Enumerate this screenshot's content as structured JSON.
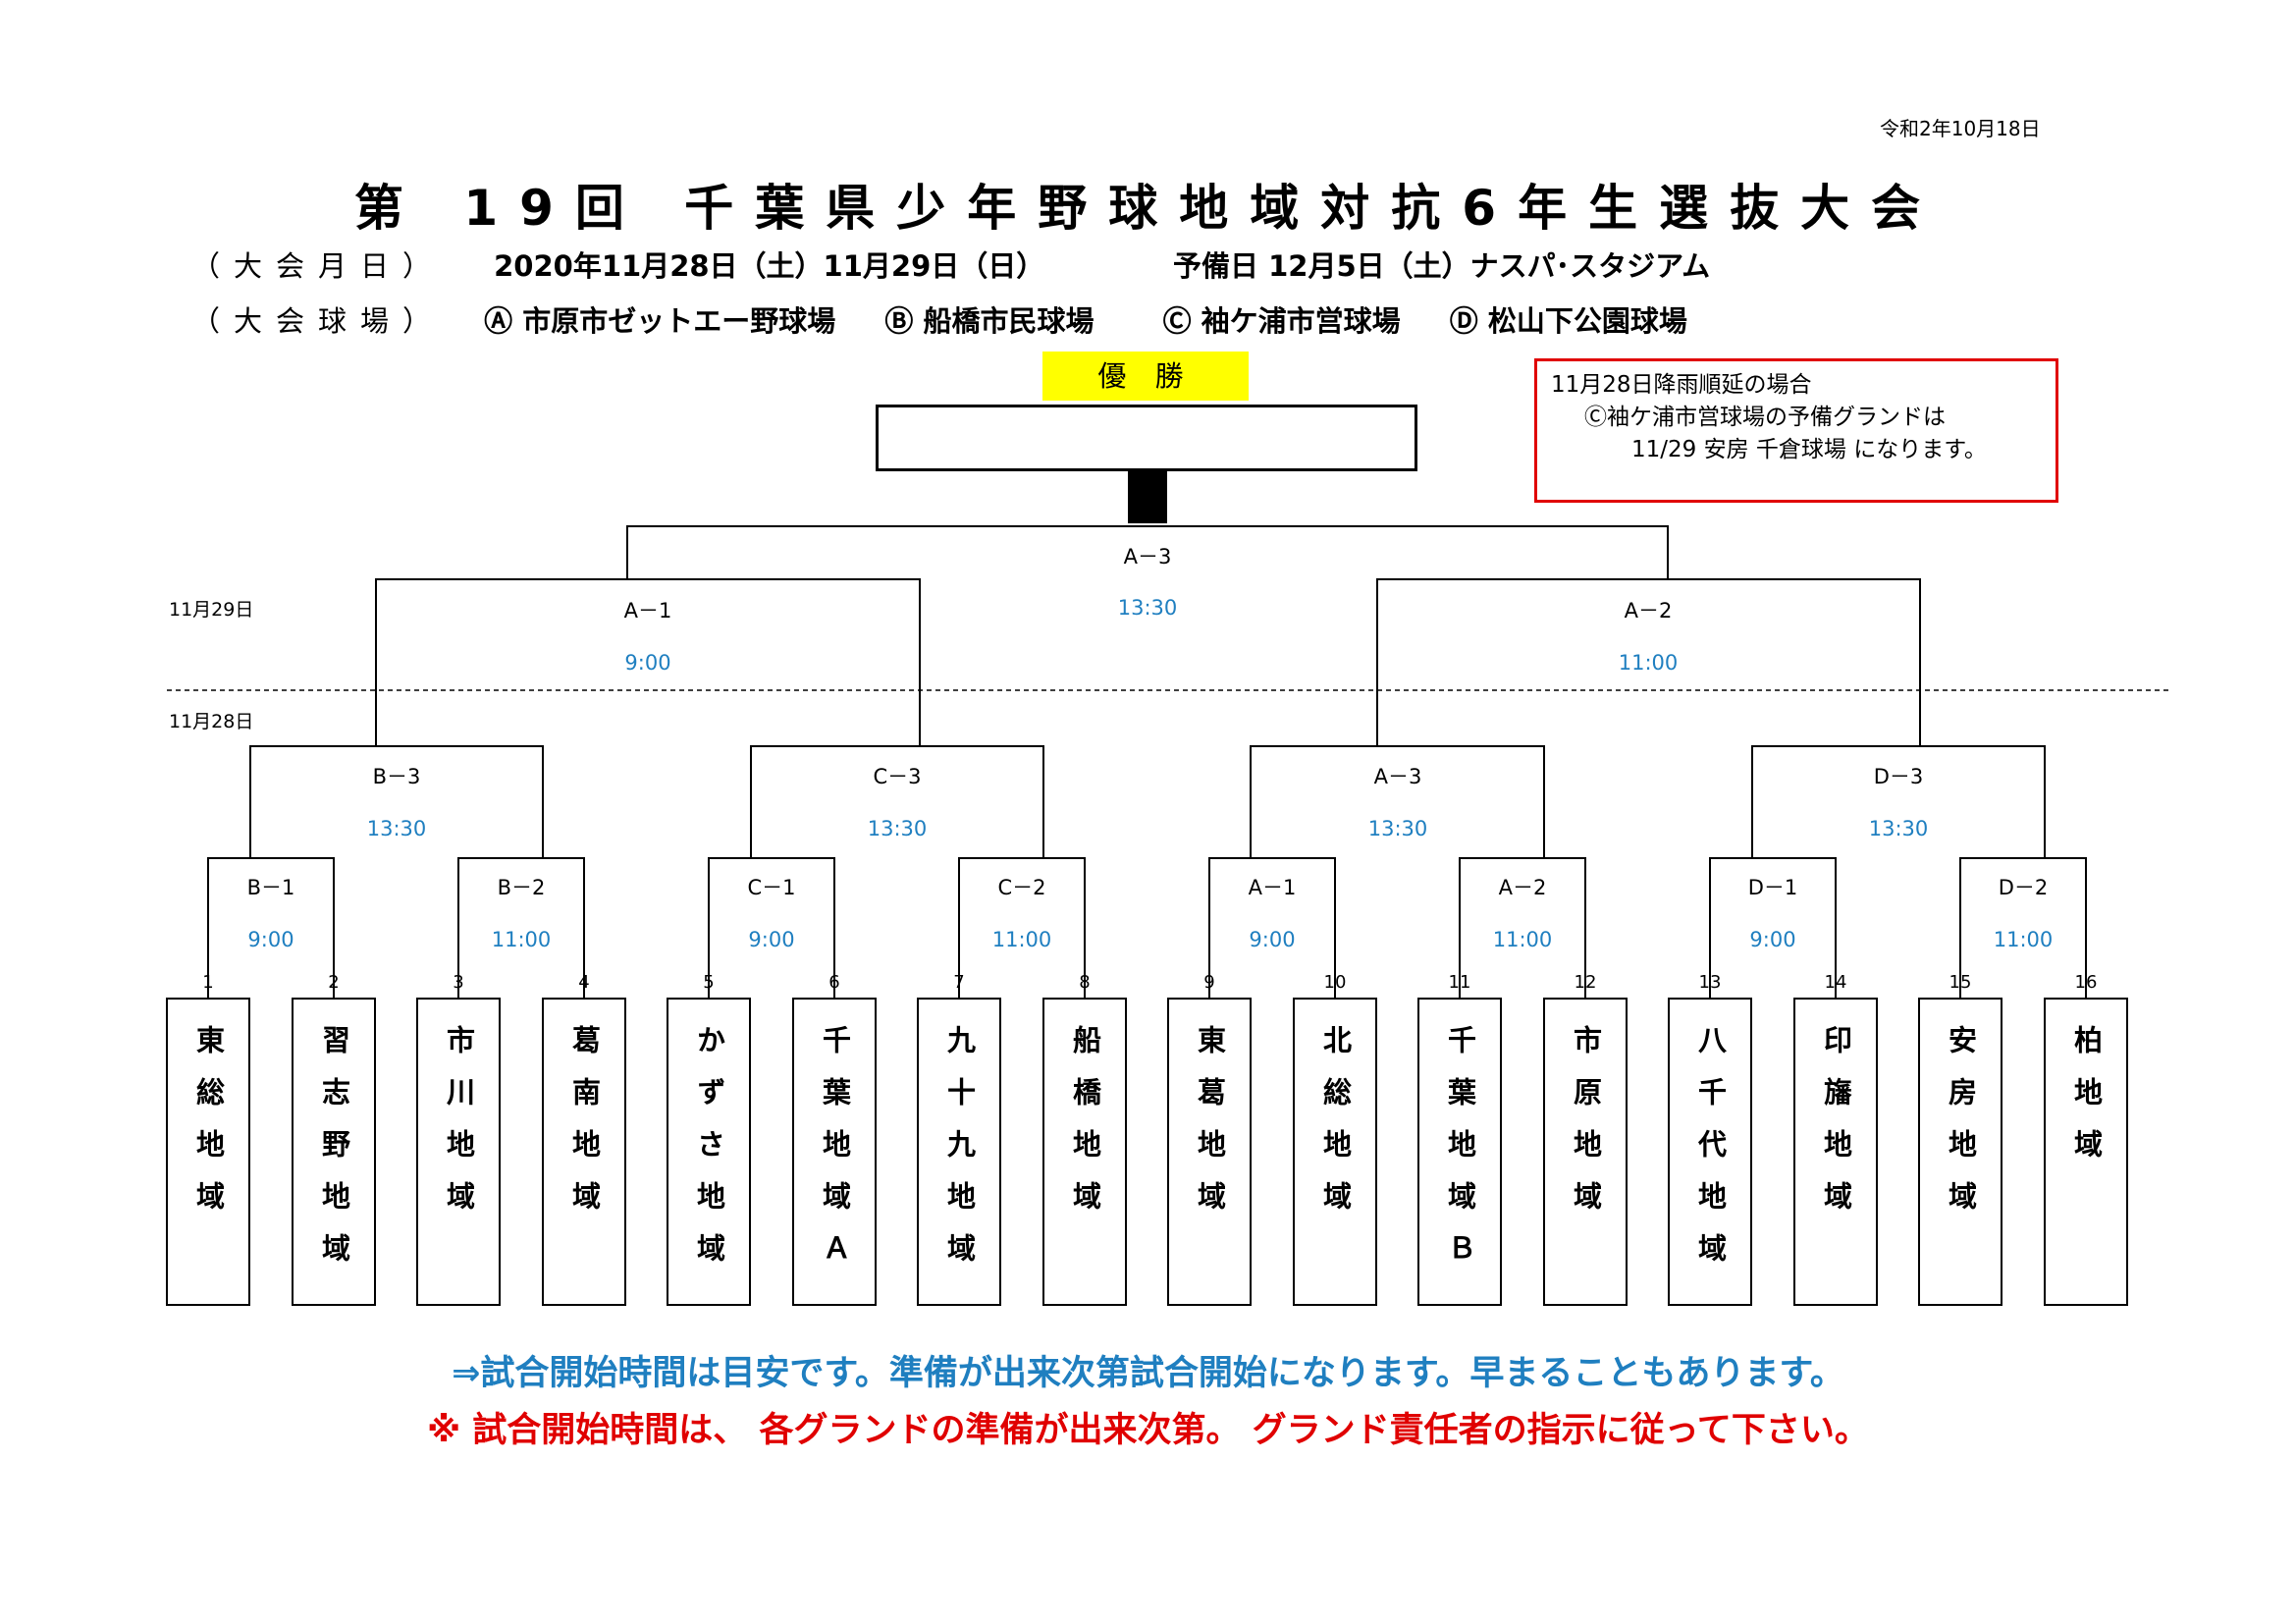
{
  "header": {
    "date": "令和2年10月18日",
    "title": "第 19回 千葉県少年野球地域対抗6年生選抜大会"
  },
  "info": {
    "dates_label": "（大会月日）",
    "dates_value": "2020年11月28日（土）11月29日（日）",
    "reserve": "予備日 12月5日（土）ナスパ･スタジアム",
    "venues_label": "（大会球場）",
    "venue_a": "Ⓐ 市原市ゼットエー野球場",
    "venue_b": "Ⓑ 船橋市民球場",
    "venue_c": "Ⓒ 袖ケ浦市営球場",
    "venue_d": "Ⓓ 松山下公園球場"
  },
  "champion": {
    "label": "優 勝"
  },
  "note": {
    "line1": "11月28日降雨順延の場合",
    "line2": "Ⓒ袖ケ浦市営球場の予備グランドは",
    "line3": "11/29 安房 千倉球場 になります。"
  },
  "days": {
    "day2": "11月29日",
    "day1": "11月28日"
  },
  "final": {
    "label": "A－3",
    "time": "13:30"
  },
  "semis": [
    {
      "label": "A－1",
      "time": "9:00"
    },
    {
      "label": "A－2",
      "time": "11:00"
    }
  ],
  "quarters": [
    {
      "label": "B－3",
      "time": "13:30"
    },
    {
      "label": "C－3",
      "time": "13:30"
    },
    {
      "label": "A－3",
      "time": "13:30"
    },
    {
      "label": "D－3",
      "time": "13:30"
    }
  ],
  "first_round": [
    {
      "label": "B－1",
      "time": "9:00"
    },
    {
      "label": "B－2",
      "time": "11:00"
    },
    {
      "label": "C－1",
      "time": "9:00"
    },
    {
      "label": "C－2",
      "time": "11:00"
    },
    {
      "label": "A－1",
      "time": "9:00"
    },
    {
      "label": "A－2",
      "time": "11:00"
    },
    {
      "label": "D－1",
      "time": "9:00"
    },
    {
      "label": "D－2",
      "time": "11:00"
    }
  ],
  "teams": [
    {
      "num": "1",
      "name": "東総地域"
    },
    {
      "num": "2",
      "name": "習志野地域"
    },
    {
      "num": "3",
      "name": "市川地域"
    },
    {
      "num": "4",
      "name": "葛南地域"
    },
    {
      "num": "5",
      "name": "かずさ地域"
    },
    {
      "num": "6",
      "name": "千葉地域Ａ"
    },
    {
      "num": "7",
      "name": "九十九地域"
    },
    {
      "num": "8",
      "name": "船橋地域"
    },
    {
      "num": "9",
      "name": "東葛地域"
    },
    {
      "num": "10",
      "name": "北総地域"
    },
    {
      "num": "11",
      "name": "千葉地域Ｂ"
    },
    {
      "num": "12",
      "name": "市原地域"
    },
    {
      "num": "13",
      "name": "八千代地域"
    },
    {
      "num": "14",
      "name": "印旛地域"
    },
    {
      "num": "15",
      "name": "安房地域"
    },
    {
      "num": "16",
      "name": "柏地域"
    }
  ],
  "footer": {
    "line1": "⇒試合開始時間は目安です。準備が出来次第試合開始になります。早まることもあります。",
    "line2": "※ 試合開始時間は、 各グランドの準備が出来次第。 グランド責任者の指示に従って下さい。"
  },
  "colors": {
    "time_blue": "#1f7fc0",
    "note_red": "#e00000",
    "highlight_yellow": "#ffff00"
  }
}
